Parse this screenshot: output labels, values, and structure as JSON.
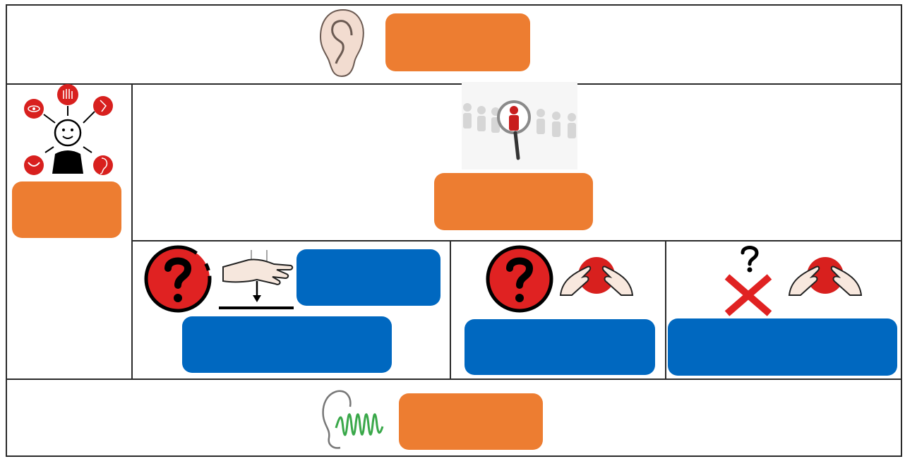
{
  "colors": {
    "orange_box": "#ed7d31",
    "blue_box": "#0068c0",
    "border": "#2a2a2a",
    "red_symbol": "#e02222",
    "skin": "#f2dcd0"
  },
  "rows": {
    "top": {
      "icon": "ear-icon",
      "label_box_color": "orange"
    },
    "middle": {
      "left": {
        "icon": "senses-person-icon",
        "label_box_color": "orange"
      },
      "center": {
        "icon": "person-search-magnifier-icon",
        "label_box_color": "orange"
      },
      "subcells": [
        {
          "icons": [
            "question-mark-circle-icon",
            "hand-pressing-down-icon"
          ],
          "label_box_colors": [
            "blue",
            "blue"
          ]
        },
        {
          "icons": [
            "question-mark-circle-icon",
            "hands-squeezing-ball-icon"
          ],
          "label_box_color": "blue"
        },
        {
          "icons": [
            "question-cross-icon",
            "hands-squeezing-ball-icon"
          ],
          "label_box_color": "blue"
        }
      ]
    },
    "bottom": {
      "icon": "ear-sound-wave-icon",
      "label_box_color": "orange"
    }
  }
}
